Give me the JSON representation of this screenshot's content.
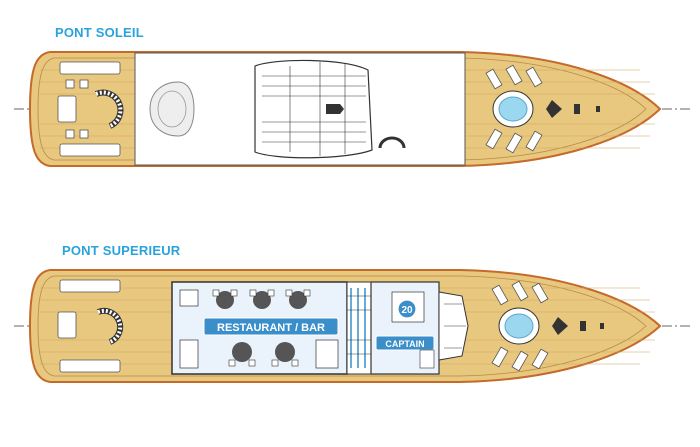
{
  "decks": [
    {
      "title": "PONT SOLEIL"
    },
    {
      "title": "PONT SUPERIEUR",
      "labels": {
        "restaurant": "RESTAURANT / BAR",
        "captain": "CAPTAIN",
        "cabin_number": "20"
      }
    }
  ],
  "colors": {
    "title": "#2aa3dd",
    "deck_wood": "#e8c77e",
    "hull_outline": "#c46a2a",
    "label_bg": "#3a8ec9",
    "interior": "#eaf3fb"
  }
}
